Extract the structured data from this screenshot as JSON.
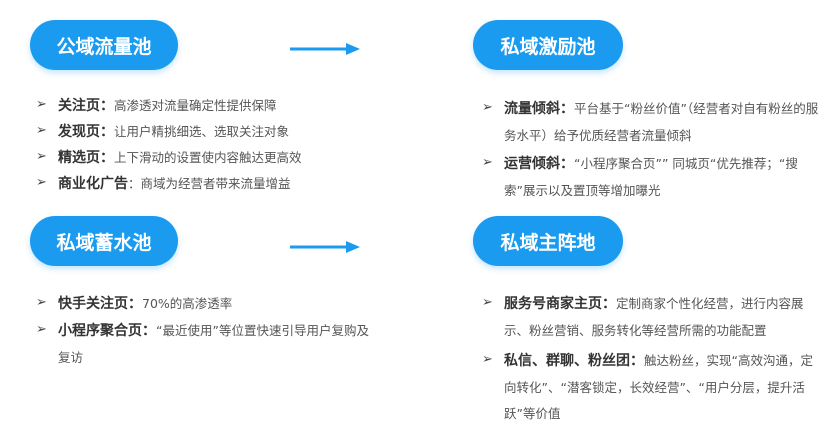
{
  "colors": {
    "accent": "#1a9bef",
    "text": "#333333"
  },
  "public_pool": {
    "title": "公域流量池",
    "items": [
      {
        "key": "关注页：",
        "desc": "高渗透对流量确定性提供保障"
      },
      {
        "key": "发现页：",
        "desc": "让用户精挑细选、选取关注对象"
      },
      {
        "key": "精选页：",
        "desc": "上下滑动的设置使内容触达更高效"
      },
      {
        "key": "商业化广告",
        "desc": "：商域为经营者带来流量增益"
      }
    ]
  },
  "private_motivation": {
    "title": "私域激励池",
    "items": [
      {
        "key": "流量倾斜：",
        "desc": "平台基于“粉丝价值”（经营者对自有粉丝的服务水平）给予优质经营者流量倾斜"
      },
      {
        "key": "运营倾斜：",
        "desc": "“小程序聚合页”” 同城页“优先推荐；“搜索”展示以及置顶等增加曝光"
      }
    ]
  },
  "private_pool": {
    "title": "私域蓄水池",
    "items": [
      {
        "key": "快手关注页：",
        "desc": "70%的高渗透率"
      },
      {
        "key": "小程序聚合页：",
        "desc": "“最近使用”等位置快速引导用户复购及复访"
      }
    ]
  },
  "private_main": {
    "title": "私域主阵地",
    "items": [
      {
        "key": "服务号商家主页：",
        "desc": "定制商家个性化经营，进行内容展示、粉丝营销、服务转化等经营所需的功能配置"
      },
      {
        "key": "私信、群聊、粉丝团：",
        "desc": "触达粉丝，实现“高效沟通，定向转化”、“潜客锁定，长效经营”、“用户分层，提升活跃”等价值"
      }
    ]
  }
}
